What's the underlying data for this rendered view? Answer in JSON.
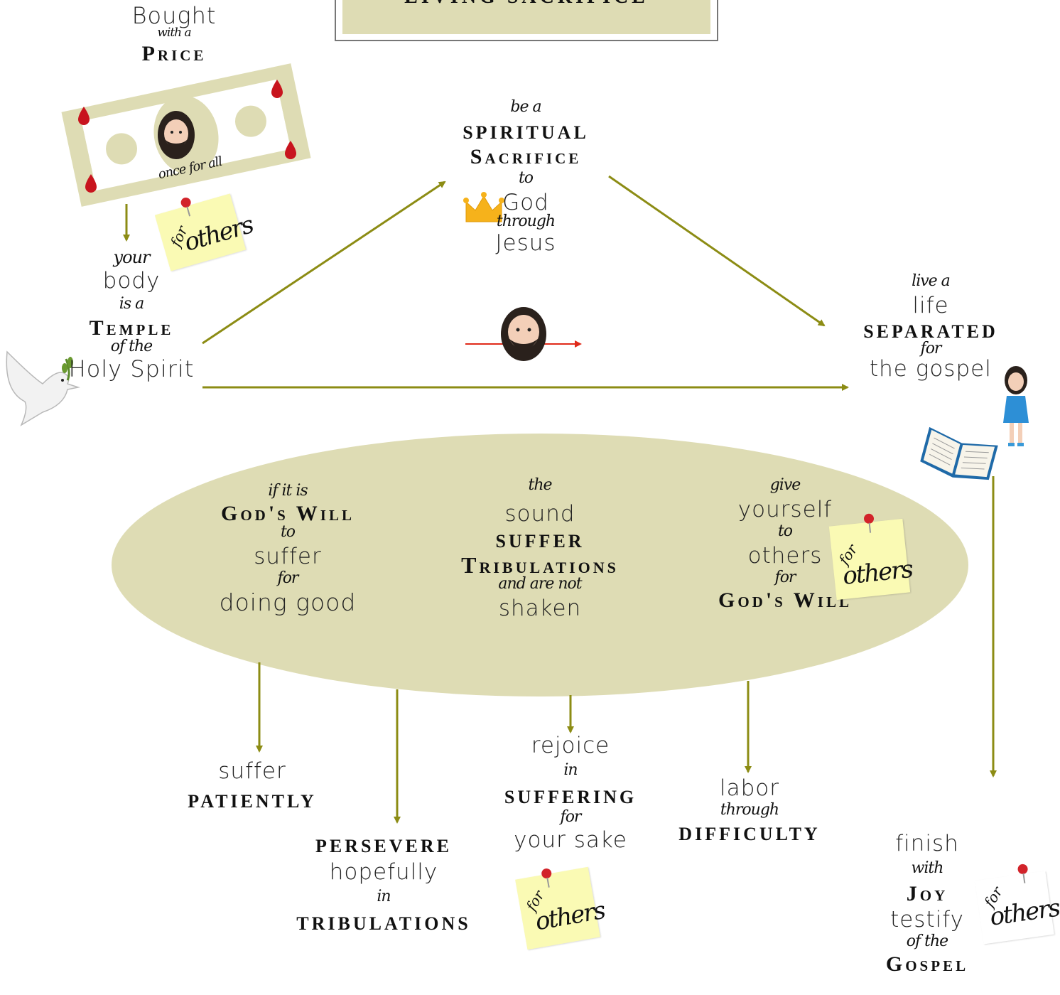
{
  "title_box": {
    "text": "Living Sacrifice"
  },
  "price_block": {
    "line1": "Bought",
    "line2": "with a",
    "line3": "Price"
  },
  "bill": {
    "caption": "once for all"
  },
  "sticky_notes": [
    {
      "small": "for",
      "big": "others"
    },
    {
      "small": "for",
      "big": "others"
    },
    {
      "small": "for",
      "big": "others"
    },
    {
      "small": "for",
      "big": "others"
    }
  ],
  "temple_block": {
    "l1": "your",
    "l2": "body",
    "l3": "is a",
    "l4": "Temple",
    "l5": "of the",
    "l6": "Holy Spirit"
  },
  "sacrifice_block": {
    "l1": "be a",
    "l2": "spiritual",
    "l3": "Sacrifice",
    "l4": "to",
    "l5": "God",
    "l6": "through",
    "l7": "Jesus"
  },
  "separated_block": {
    "l1": "live a",
    "l2": "life",
    "l3": "separated",
    "l4": "for",
    "l5": "the gospel"
  },
  "ellipse": {
    "col1": {
      "l1": "if it is",
      "l2": "God's Will",
      "l3": "to",
      "l4": "suffer",
      "l5": "for",
      "l6": "doing good"
    },
    "col2": {
      "l1": "the",
      "l2": "sound",
      "l3": "suffer",
      "l4": "Tribulations",
      "l5": "and are not",
      "l6": "shaken"
    },
    "col3": {
      "l1": "give",
      "l2": "yourself",
      "l3": "to",
      "l4": "others",
      "l5": "for",
      "l6": "God's Will"
    }
  },
  "outcomes": {
    "patiently": {
      "l1": "suffer",
      "l2": "patiently"
    },
    "persevere": {
      "l1": "persevere",
      "l2": "hopefully",
      "l3": "in",
      "l4": "tribulations"
    },
    "rejoice": {
      "l1": "rejoice",
      "l2": "in",
      "l3": "suffering",
      "l4": "for",
      "l5": "your sake"
    },
    "labor": {
      "l1": "labor",
      "l2": "through",
      "l3": "difficulty"
    },
    "finish": {
      "l1": "finish",
      "l2": "with",
      "l3": "Joy",
      "l4": "testify",
      "l5": "of the",
      "l6": "Gospel"
    }
  },
  "colors": {
    "arrow": "#8c8c14",
    "ellipse": "#dedcb4",
    "bill": "#dedcb4",
    "note": "#fafab4",
    "pin": "#d2232a",
    "red_arrow": "#e02a1a"
  },
  "icons": [
    "blood-drop-icon",
    "jesus-face-icon",
    "dove-icon",
    "crown-icon",
    "girl-icon",
    "open-book-icon",
    "pushpin-icon"
  ]
}
